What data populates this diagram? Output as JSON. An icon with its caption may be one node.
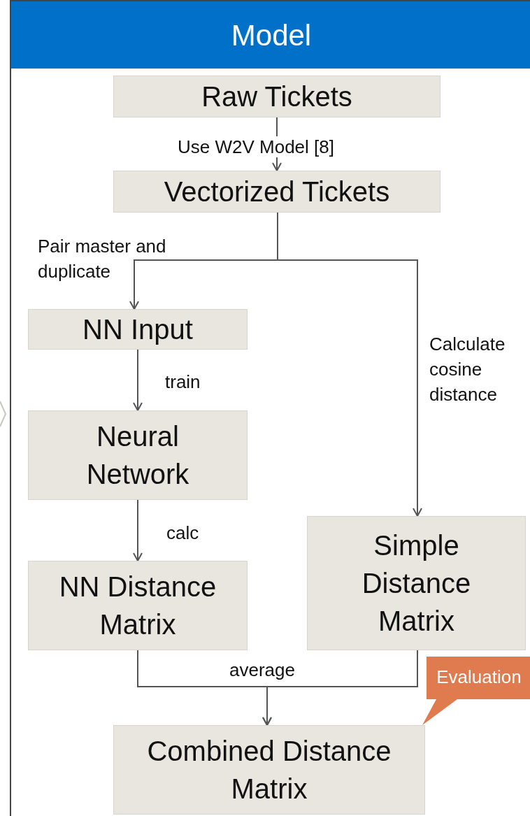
{
  "diagram": {
    "nodes": [
      {
        "text": [
          "Model"
        ]
      },
      {
        "text": [
          "Raw Tickets"
        ],
        "in": 0
      },
      {
        "text": [
          "Vectorized Tickets"
        ],
        "in": 0
      },
      {
        "text": [
          "NN Input"
        ],
        "in": 0
      },
      {
        "text": [
          "Neural Network"
        ],
        "in": 0
      },
      {
        "text": [
          "NN Distance Matrix"
        ],
        "in": 0
      },
      {
        "text": [
          "Simple Distance Matrix"
        ],
        "in": 0
      },
      {
        "text": [
          "Combined Distance Matrix"
        ],
        "in": 0
      },
      {
        "text": [
          "Evaluation"
        ],
        "in": 0
      }
    ],
    "edges": [
      {
        "from": 1,
        "to": 2,
        "arrow": "to",
        "label": "Use W2V Model [8]"
      },
      {
        "from": 2,
        "to": 3,
        "arrow": "to",
        "label": "Pair master and duplicate"
      },
      {
        "from": 2,
        "to": 6,
        "arrow": "to",
        "label": "Calculate cosine distance"
      },
      {
        "from": 3,
        "to": 4,
        "arrow": "to",
        "label": "train"
      },
      {
        "from": 4,
        "to": 5,
        "arrow": "to",
        "label": "calc"
      },
      {
        "from": 5,
        "to": 7,
        "arrow": "to",
        "label": "average"
      },
      {
        "from": 6,
        "to": 7,
        "arrow": "to"
      }
    ]
  }
}
